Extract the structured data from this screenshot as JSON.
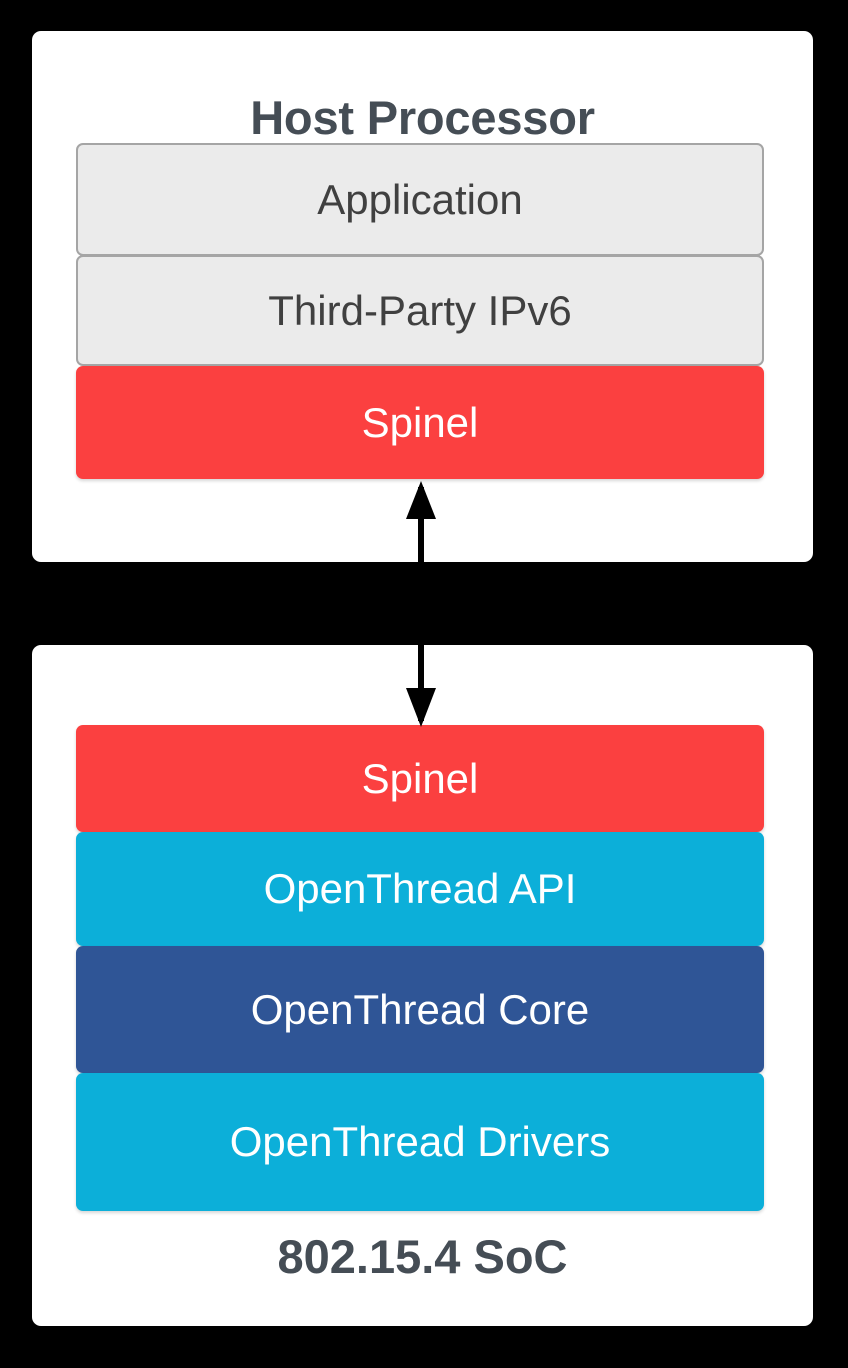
{
  "diagram": {
    "title": "OpenThread NCP / RCP architecture stack",
    "background_color": "#000000",
    "panel_color": "#ffffff",
    "colors": {
      "red": "#fb4040",
      "cyan": "#0cafd9",
      "navy": "#2f5596",
      "grey_fill": "#ebebeb",
      "grey_border": "#a5a5a5",
      "heading_text": "#454d55",
      "grey_box_text": "#404040",
      "white_text": "#ffffff",
      "arrow": "#000000"
    }
  },
  "host_panel": {
    "title": "Host Processor",
    "layers": [
      {
        "label": "Application",
        "style": "grey"
      },
      {
        "label": "Third-Party IPv6",
        "style": "grey"
      },
      {
        "label": "Spinel",
        "style": "red"
      }
    ]
  },
  "soc_panel": {
    "title": "802.15.4 SoC",
    "layers": [
      {
        "label": "Spinel",
        "style": "red"
      },
      {
        "label": "OpenThread API",
        "style": "cyan"
      },
      {
        "label": "OpenThread Core",
        "style": "navy"
      },
      {
        "label": "OpenThread Drivers",
        "style": "cyan"
      }
    ]
  },
  "connector": {
    "name": "spinel-link",
    "type": "double-headed-vertical-arrow",
    "from": "Spinel (Host Processor)",
    "to": "Spinel (802.15.4 SoC)"
  }
}
